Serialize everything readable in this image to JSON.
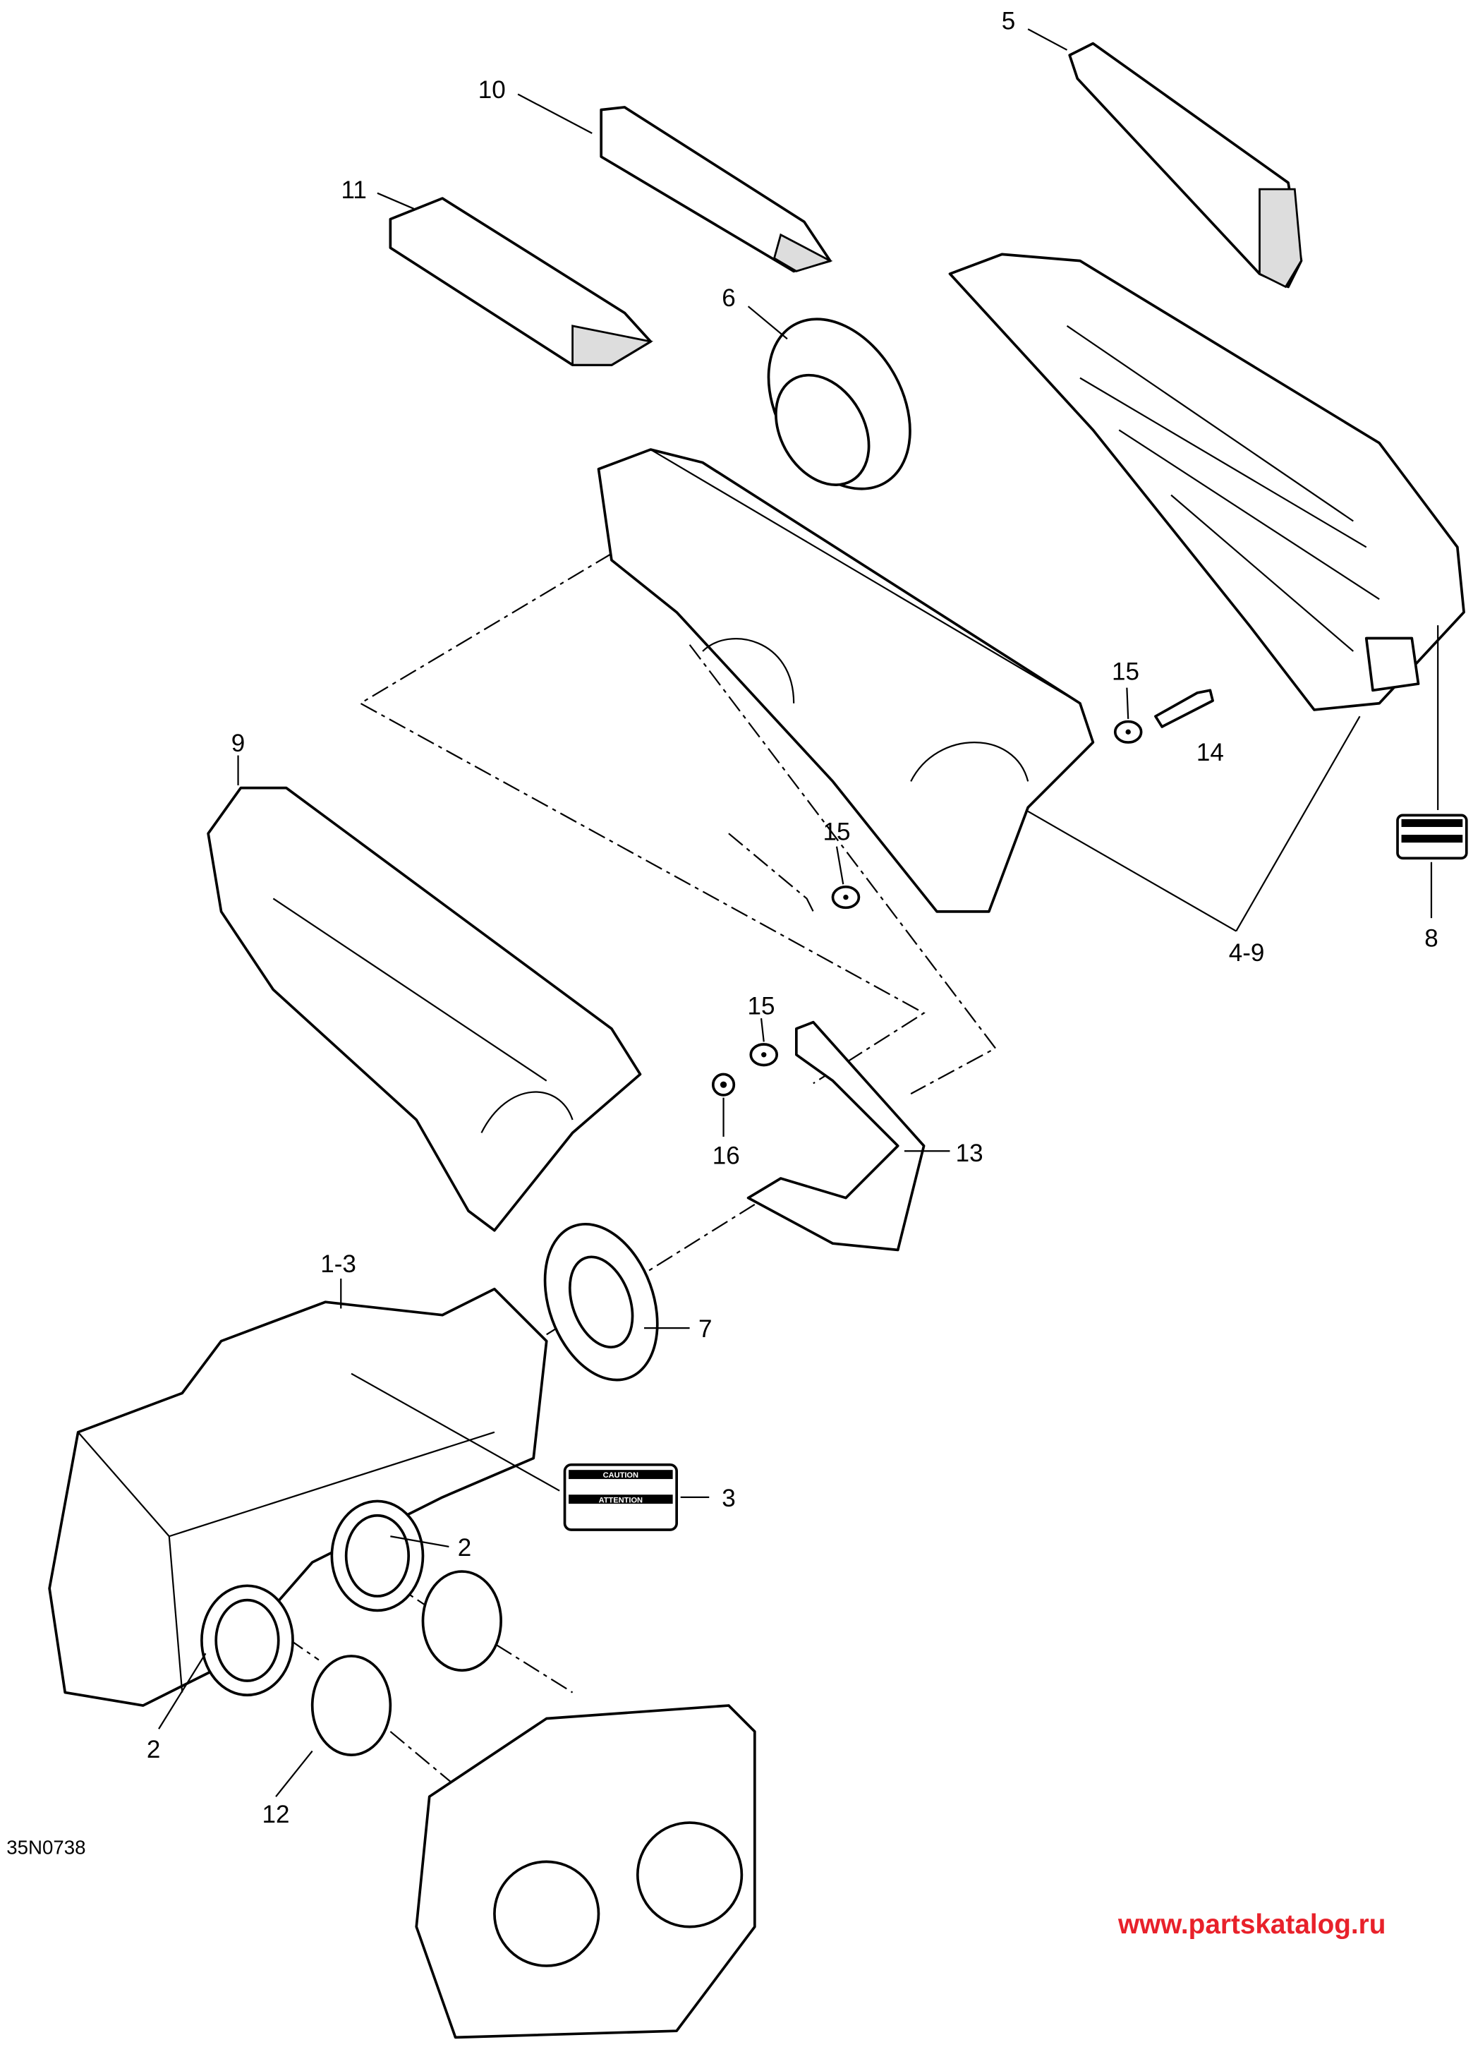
{
  "diagram": {
    "drawing_code": "35N0738",
    "watermark": "www.partskatalog.ru",
    "watermark_color": "#e8212a",
    "callouts": {
      "c5": "5",
      "c10": "10",
      "c11": "11",
      "c6": "6",
      "c15a": "15",
      "c14": "14",
      "c9": "9",
      "c15b": "15",
      "c4_9": "4-9",
      "c8": "8",
      "c15c": "15",
      "c16": "16",
      "c13": "13",
      "c1_3": "1-3",
      "c7": "7",
      "c3": "3",
      "c2a": "2",
      "c2b": "2",
      "c12": "12"
    },
    "decal_3": {
      "line1": "CAUTION",
      "line2": "ATTENTION"
    }
  }
}
